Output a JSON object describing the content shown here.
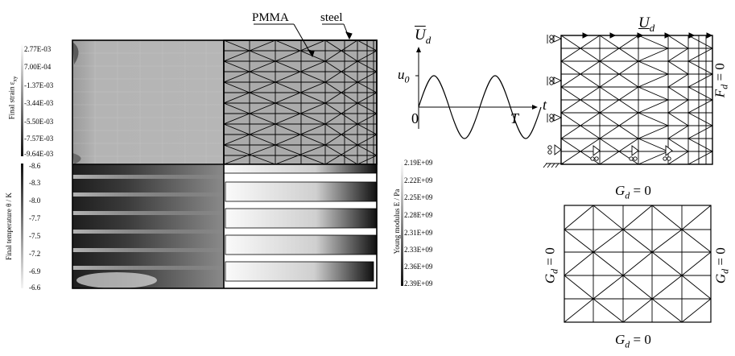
{
  "left_panel": {
    "strain_axis_label": "Final strain ε",
    "strain_axis_sub": "xy",
    "strain_ticks": [
      "2.77E-03",
      "7.00E-04",
      "-1.37E-03",
      "-3.44E-03",
      "-5.50E-03",
      "-7.57E-03",
      "-9.64E-03"
    ],
    "temperature_axis_label": "Final temperature θ / K",
    "temperature_ticks": [
      "-8.6",
      "-8.3",
      "-8.0",
      "-7.7",
      "-7.5",
      "-7.2",
      "-6.9",
      "-6.6"
    ],
    "modulus_axis_label": "Young modulus E / Pa",
    "modulus_ticks": [
      "2.19E+09",
      "2.22E+09",
      "2.25E+09",
      "2.28E+09",
      "2.31E+09",
      "2.33E+09",
      "2.36E+09",
      "2.39E+09"
    ],
    "pmma_label": "PMMA",
    "steel_label": "steel"
  },
  "signal_plot": {
    "ud_label": "U",
    "ud_sub": "d",
    "amp_label": "u",
    "amp_sub": "0",
    "t_label": "t",
    "origin_label": "0",
    "period_label": "T"
  },
  "right_top": {
    "ud_label": "U",
    "ud_sub": "d",
    "fd_label": "F",
    "fd_sub": "d",
    "fd_eq": "= 0"
  },
  "right_bottom": {
    "gd_label": "G",
    "gd_sub": "d",
    "gd_eq": "= 0"
  }
}
